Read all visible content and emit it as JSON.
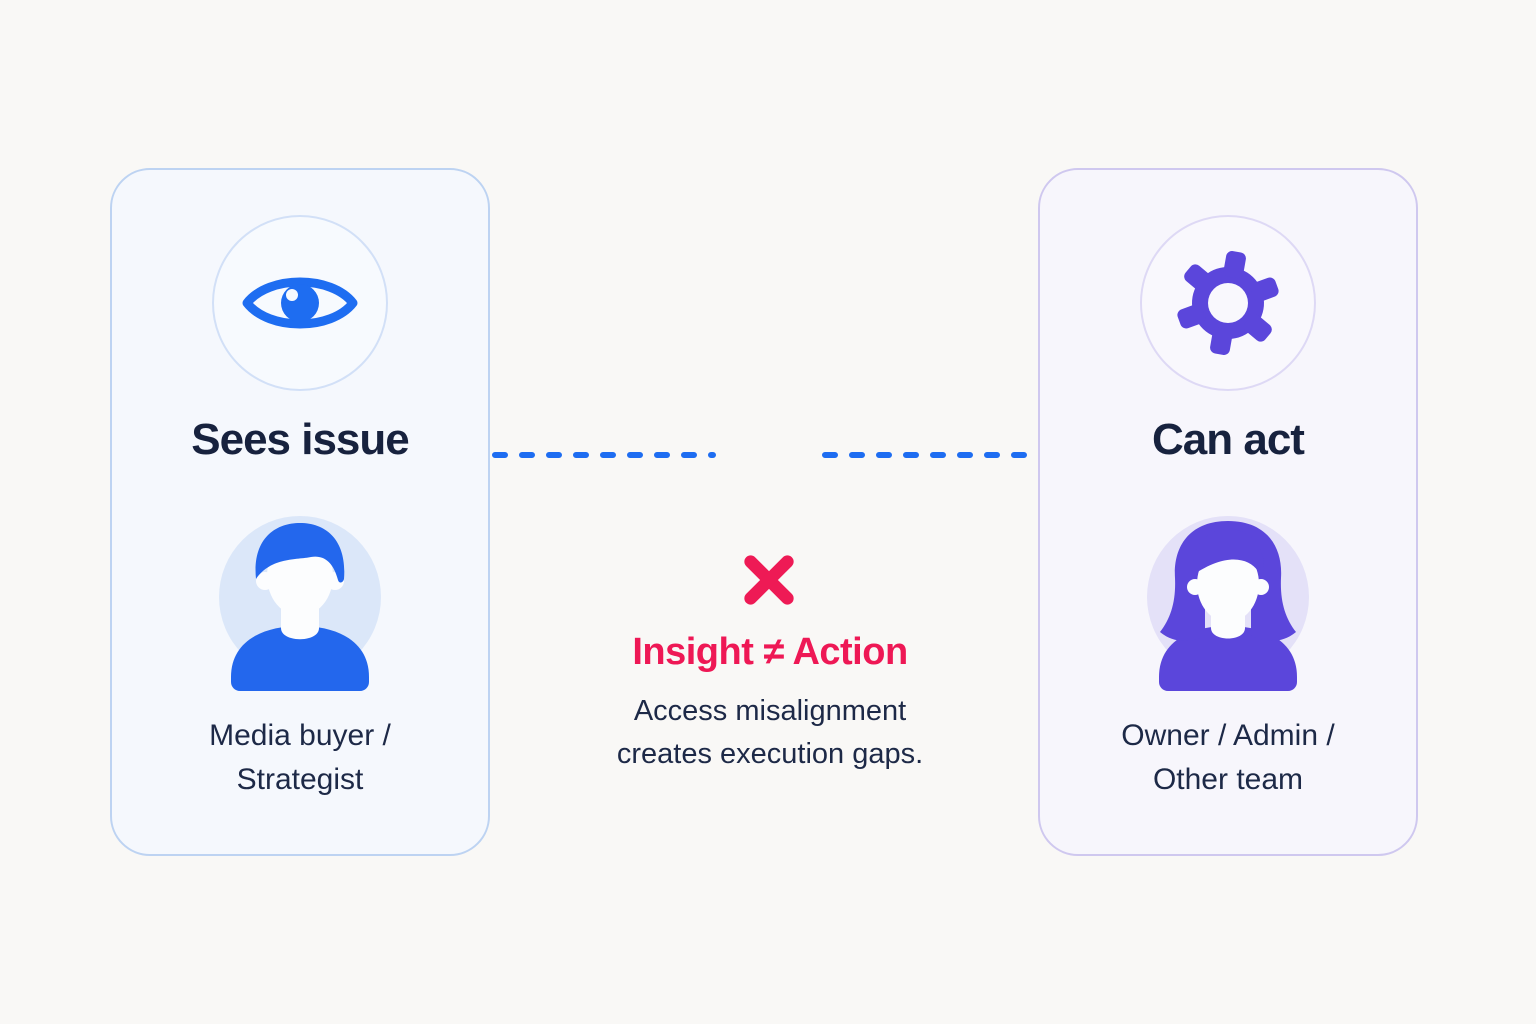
{
  "left_card": {
    "title": "Sees issue",
    "role_line1": "Media buyer /",
    "role_line2": "Strategist"
  },
  "right_card": {
    "title": "Can act",
    "role_line1": "Owner / Admin /",
    "role_line2": "Other team"
  },
  "center": {
    "heading": "Insight ≠ Action",
    "description_line1": "Access misalignment",
    "description_line2": "creates execution gaps."
  },
  "icons": {
    "left_header_icon": "eye-icon",
    "left_avatar_icon": "male-avatar-icon",
    "right_header_icon": "gear-icon",
    "right_avatar_icon": "female-avatar-icon",
    "center_icon": "x-mark-icon"
  },
  "colors": {
    "blue_accent": "#1e6df1",
    "avatar_blue": "#2367ed",
    "purple_accent": "#5b46db",
    "pink_accent": "#ee1a55",
    "navy_text": "#17223e",
    "left_card_bg": "#f5f8fd",
    "right_card_bg": "#f7f6fc",
    "page_bg": "#f9f8f6"
  },
  "connector": {
    "style": "dashed",
    "color": "#1e6df1"
  }
}
